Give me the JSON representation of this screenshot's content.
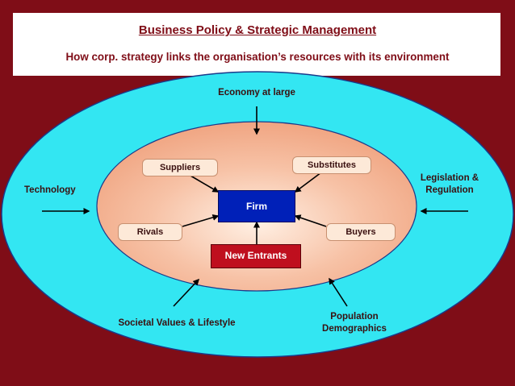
{
  "title": "Business Policy & Strategic Management",
  "subtitle": "How corp. strategy links the organisation’s resources with its environment",
  "colors": {
    "background": "#7f0d17",
    "outer_ellipse": "#33e6f2",
    "inner_ellipse": "#f5b89c",
    "firm": "#0020b8",
    "new_entrants": "#bf0f1e"
  },
  "external_environment": {
    "top": "Economy at large",
    "left": "Technology",
    "right_line1": "Legislation &",
    "right_line2": "Regulation",
    "bottom_left": "Societal Values & Lifestyle",
    "bottom_right_line1": "Population",
    "bottom_right_line2": "Demographics"
  },
  "industry_forces": {
    "suppliers": "Suppliers",
    "substitutes": "Substitutes",
    "rivals": "Rivals",
    "buyers": "Buyers",
    "new_entrants": "New Entrants"
  },
  "center": "Firm"
}
